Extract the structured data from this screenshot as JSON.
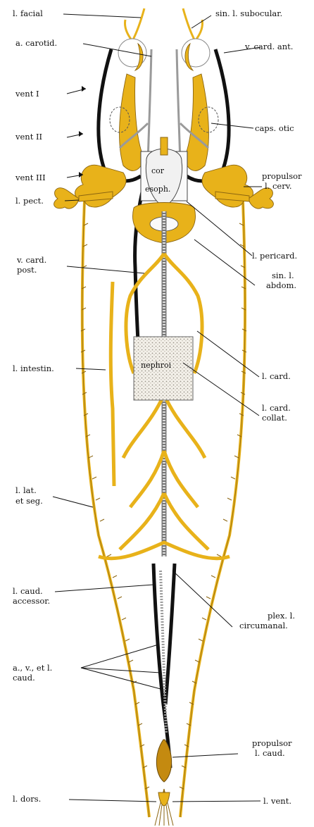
{
  "diagram": {
    "left_labels": {
      "l_facial": "l. facial",
      "a_carotid": "a. carotid.",
      "vent_1": "vent I",
      "vent_2": "vent II",
      "vent_3": "vent III",
      "l_pect": "l. pect.",
      "v_card_post_1": "v. card.",
      "v_card_post_2": "post.",
      "l_intestin": "l. intestin.",
      "l_lat_1": "l. lat.",
      "l_lat_2": "et seg.",
      "l_caud_acc_1": "l. caud.",
      "l_caud_acc_2": "accessor.",
      "a_v_1": "a., v., et l.",
      "a_v_2": "caud.",
      "l_dors": "l. dors."
    },
    "right_labels": {
      "sin_subocular": "sin. l. subocular.",
      "v_card_ant": "v. card. ant.",
      "caps_otic": "caps. otic",
      "propulsor_cerv_1": "propulsor",
      "propulsor_cerv_2": "l. cerv.",
      "l_pericard": "l. pericard.",
      "sin_abdom_1": "sin. l.",
      "sin_abdom_2": "abdom.",
      "l_card": "l. card.",
      "l_card_collat_1": "l. card.",
      "l_card_collat_2": "collat.",
      "plex_1": "plex. l.",
      "plex_2": "circumanal.",
      "propulsor_caud_1": "propulsor",
      "propulsor_caud_2": "l. caud.",
      "l_vent": "l. vent."
    },
    "inner_labels": {
      "cor": "cor",
      "esoph": "esoph.",
      "nephroi": "nephroi"
    },
    "colors": {
      "lymph": "#e8b21a",
      "lymph_edge": "#8a6410",
      "vessel": "#111111",
      "artery": "#9a9a9a"
    }
  }
}
